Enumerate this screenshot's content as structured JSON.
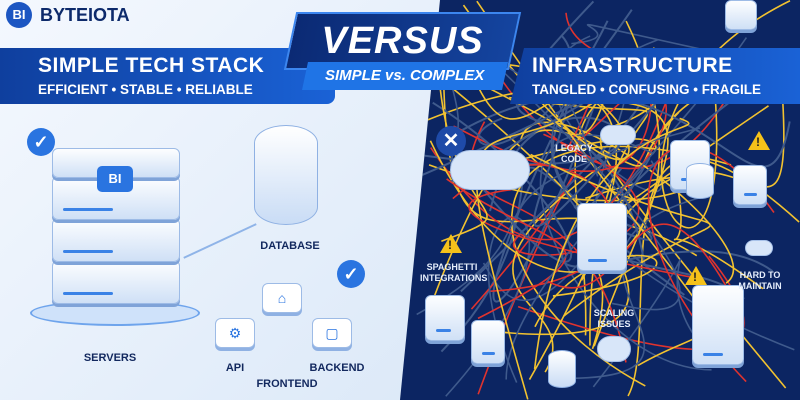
{
  "brand": {
    "logo_mark": "BI",
    "name": "BYTEIOTA"
  },
  "versus": {
    "title": "VERSUS",
    "subtitle": "SIMPLE vs. COMPLEX"
  },
  "left": {
    "title": "SIMPLE TECH STACK",
    "subtitle": "EFFICIENT • STABLE • RELIABLE",
    "server_badge": "BI",
    "labels": {
      "database": "DATABASE",
      "servers": "SERVERS",
      "api": "API",
      "frontend": "FRONTEND",
      "backend": "BACKEND"
    }
  },
  "right": {
    "title": "INFRASTRUCTURE",
    "subtitle": "TANGLED • CONFUSING • FRAGILE",
    "labels": {
      "legacy": "LEGACY CODE",
      "spaghetti": "SPAGHETTI INTEGRATIONS",
      "hard": "HARD TO MAINTAIN",
      "scaling": "SCALING ISSUES"
    }
  },
  "colors": {
    "navy": "#0c2562",
    "accent": "#1f74e6",
    "wire_yellow": "#f2c230",
    "wire_red": "#e0332e",
    "wire_gray": "#3f5a8c"
  }
}
